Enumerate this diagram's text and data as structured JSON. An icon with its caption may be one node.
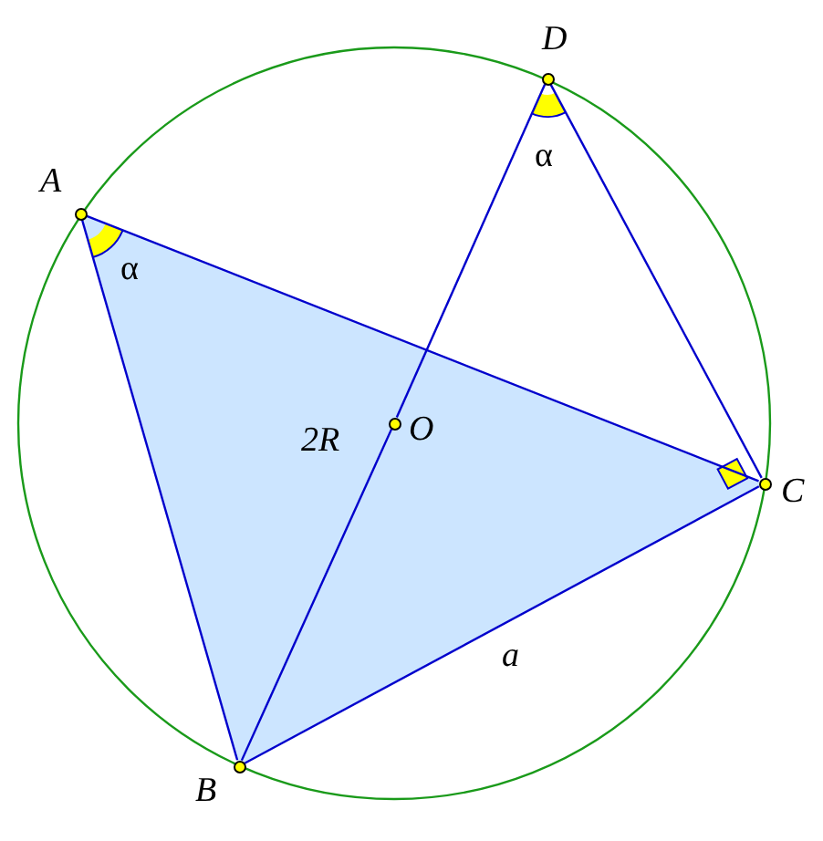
{
  "diagram": {
    "nodes": [
      {
        "text": [],
        "shape": "circle",
        "beside": [
          "A"
        ]
      },
      {
        "text": [],
        "shape": "circle",
        "beside": [
          "B"
        ]
      },
      {
        "text": [],
        "shape": "circle",
        "beside": [
          "C"
        ]
      },
      {
        "text": [],
        "shape": "circle",
        "beside": [
          "D"
        ]
      },
      {
        "text": [],
        "shape": "circle",
        "beside": [
          "O"
        ]
      }
    ],
    "edges": [
      {
        "from": 0,
        "to": 1,
        "arrow": "none"
      },
      {
        "from": 1,
        "to": 2,
        "arrow": "none"
      },
      {
        "from": 2,
        "to": 0,
        "arrow": "none"
      },
      {
        "from": 1,
        "to": 4,
        "arrow": "none"
      },
      {
        "from": 4,
        "to": 3,
        "arrow": "none"
      },
      {
        "from": 3,
        "to": 2,
        "arrow": "none"
      }
    ],
    "labels": [
      "α",
      "α",
      "2R",
      "a"
    ]
  }
}
